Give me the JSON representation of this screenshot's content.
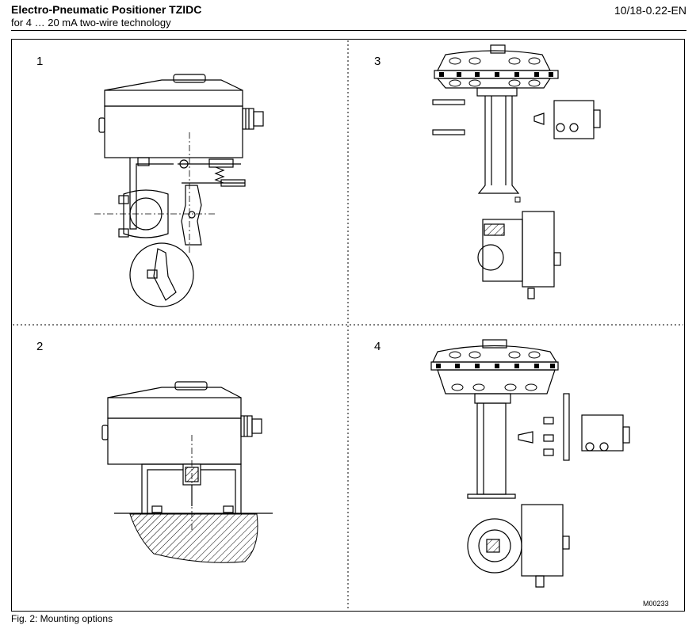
{
  "header": {
    "title": "Electro-Pneumatic Positioner TZIDC",
    "subtitle": "for 4 … 20 mA two-wire technology",
    "doc_number": "10/18-0.22-EN"
  },
  "figure": {
    "panels": [
      {
        "number": "1"
      },
      {
        "number": "2"
      },
      {
        "number": "3"
      },
      {
        "number": "4"
      }
    ],
    "drawing_code": "M00233"
  },
  "caption": "Fig. 2: Mounting options"
}
